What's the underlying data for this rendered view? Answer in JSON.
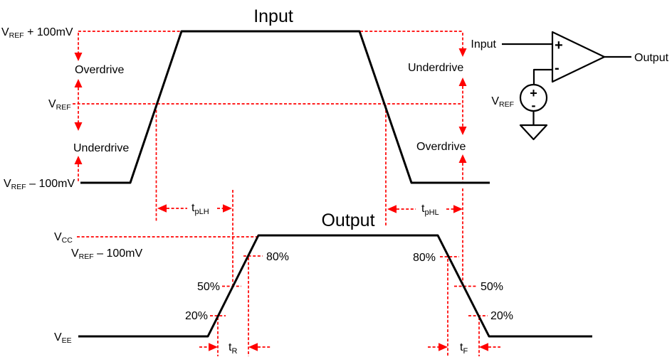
{
  "colors": {
    "waveform": "#000000",
    "annotation": "#ff0000"
  },
  "input_plot": {
    "title": "Input",
    "levels": {
      "top": {
        "base": "V",
        "sub": "REF",
        "suffix": " + 100mV"
      },
      "ref": {
        "base": "V",
        "sub": "REF"
      },
      "bottom": {
        "base": "V",
        "sub": "REF",
        "suffix": " – 100mV"
      }
    },
    "left_region_upper": "Overdrive",
    "left_region_lower": "Underdrive",
    "right_region_upper": "Underdrive",
    "right_region_lower": "Overdrive"
  },
  "output_plot": {
    "title": "Output",
    "levels": {
      "vcc": {
        "base": "V",
        "sub": "CC"
      },
      "vref_minus": {
        "base": "V",
        "sub": "REF",
        "suffix": " – 100mV"
      },
      "vee": {
        "base": "V",
        "sub": "EE"
      }
    },
    "rising_thresholds": {
      "p80": "80%",
      "p50": "50%",
      "p20": "20%"
    },
    "falling_thresholds": {
      "p80": "80%",
      "p50": "50%",
      "p20": "20%"
    }
  },
  "timing_labels": {
    "tplh": {
      "base": "t",
      "sub": "pLH"
    },
    "tphl": {
      "base": "t",
      "sub": "pHL"
    },
    "rise": {
      "base": "t",
      "sub": "R"
    },
    "fall": {
      "base": "t",
      "sub": "F"
    }
  },
  "circuit": {
    "input_label": "Input",
    "output_label": "Output",
    "noninverting_sign": "+",
    "inverting_sign": "-",
    "source_plus_sign": "+",
    "source_minus_sign": "-",
    "vref": {
      "base": "V",
      "sub": "REF"
    }
  }
}
